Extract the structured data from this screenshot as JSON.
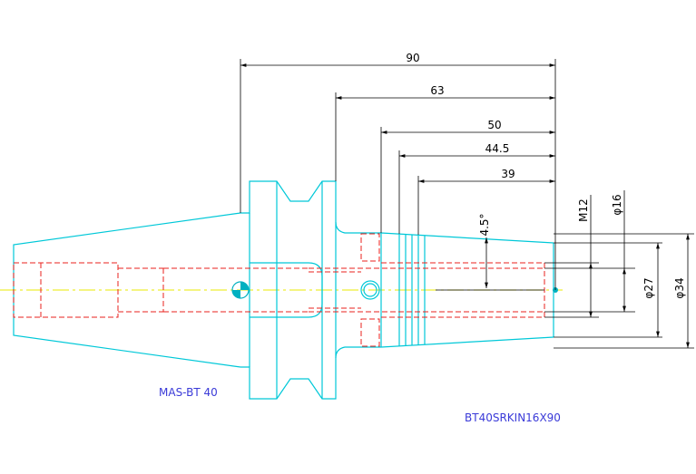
{
  "colors": {
    "outline": "#00c8d8",
    "hidden": "#e8201c",
    "centerline": "#e8e800",
    "dimension": "#000000",
    "label": "#3a3ad8",
    "center_mark": "#00b0c0"
  },
  "dimensions": {
    "length_90": "90",
    "length_63": "63",
    "length_50": "50",
    "length_44_5": "44.5",
    "length_39": "39",
    "angle": "4.5°",
    "thread": "M12",
    "dia_16": "φ16",
    "dia_27": "φ27",
    "dia_34": "φ34"
  },
  "labels": {
    "holder": "MAS-BT 40",
    "model": "BT40SRKIN16X90"
  }
}
